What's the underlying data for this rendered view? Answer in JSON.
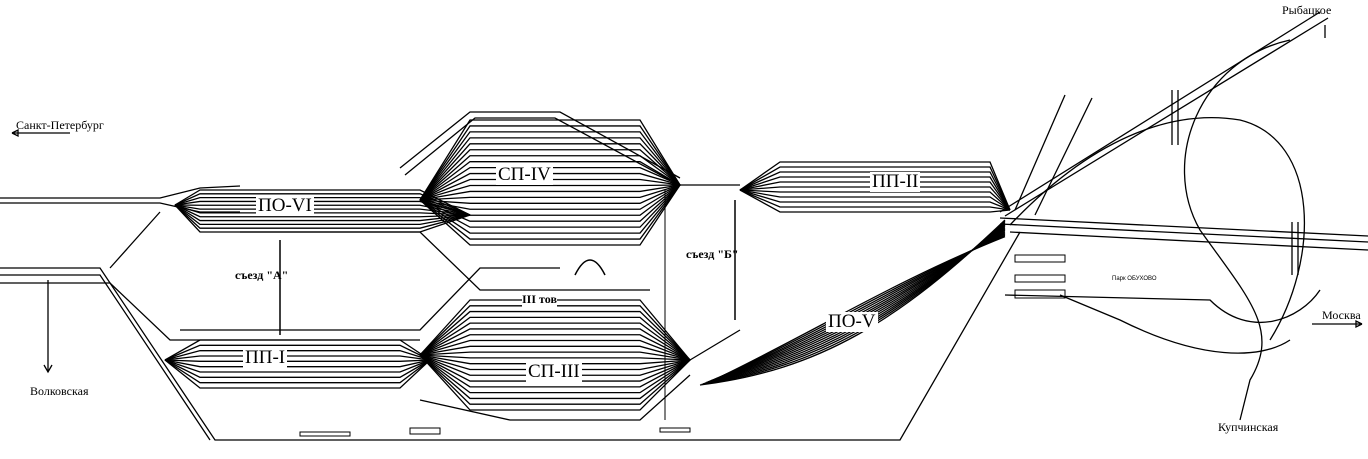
{
  "directions": {
    "spb": "Санкт-Петербург",
    "volkovskaya": "Волковская",
    "rybatskoe": "Рыбацкое",
    "moskva": "Москва",
    "kupchinskaya": "Купчинская"
  },
  "parks": {
    "po6": "ПО-VI",
    "sp4": "СП-IV",
    "pp1": "ПП-I",
    "sp3": "СП-III",
    "pp2": "ПП-II",
    "po5": "ПО-V",
    "obukhovo": "Парк ОБУХОВО"
  },
  "crossovers": {
    "a": "съезд \"А\"",
    "b": "съезд \"Б\""
  },
  "other": {
    "tov3": "III тов"
  },
  "colors": {
    "track": "#000000",
    "background": "#ffffff"
  }
}
